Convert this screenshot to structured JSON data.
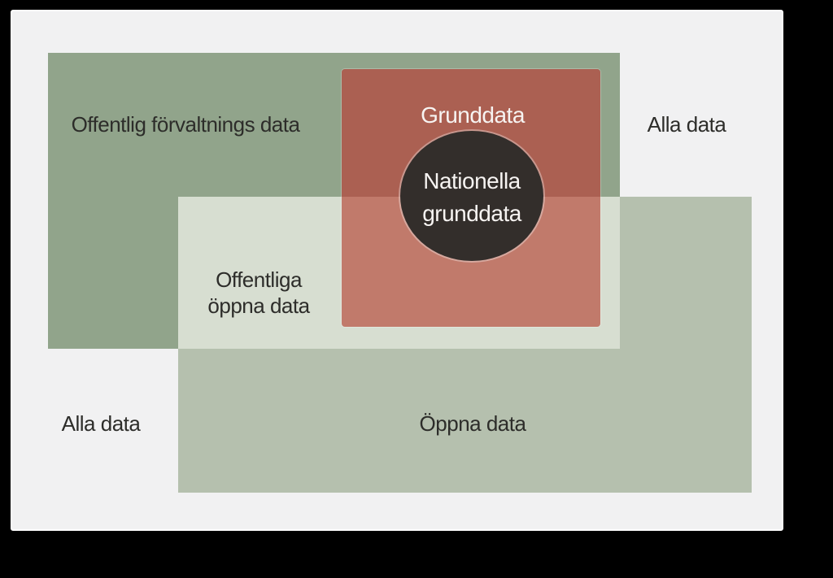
{
  "page": {
    "background_color": "#000000",
    "card_background_color": "#f1f1f2",
    "card_border_color": "#fcfcfc",
    "text_dark_color": "#2d2d2a",
    "text_light_color": "#f7f4f2"
  },
  "diagram": {
    "type": "venn-rectangles",
    "language": "Swedish",
    "regions": [
      {
        "name": "offentlig-forvaltnings-data",
        "label": "Offentlig förvaltnings data",
        "color": "#91a48b"
      },
      {
        "name": "oppna-data",
        "label": "Öppna data",
        "color": "#b5c0ae"
      },
      {
        "name": "offentliga-oppna-data",
        "label": "Offentliga öppna data",
        "label_lines": [
          "Offentliga",
          "öppna data"
        ],
        "color": "#d7ded1",
        "relationship": "intersection of offentlig-forvaltnings-data and oppna-data"
      },
      {
        "name": "grunddata",
        "label": "Grunddata",
        "color_over_forvaltningsdata": "#ab6052",
        "color_over_oppna_data": "#c17a6b"
      },
      {
        "name": "nationella-grunddata",
        "label": "Nationella grunddata",
        "label_lines": [
          "Nationella",
          "grunddata"
        ],
        "color": "#332e2b"
      },
      {
        "name": "alla-data",
        "label": "Alla data",
        "occurrences": 2,
        "color": "#f1f1f2"
      }
    ]
  }
}
